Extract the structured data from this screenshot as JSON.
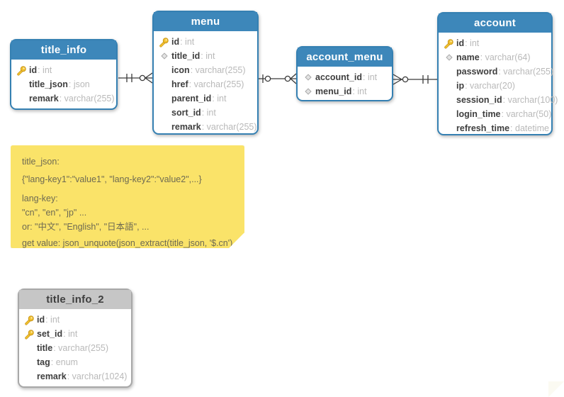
{
  "diagram": {
    "tables": [
      {
        "name": "title_info",
        "style": "blue",
        "fields": [
          {
            "icon": "primary-key",
            "name": "id",
            "type": "int"
          },
          {
            "icon": null,
            "name": "title_json",
            "type": "json"
          },
          {
            "icon": null,
            "name": "remark",
            "type": "varchar(255)"
          }
        ]
      },
      {
        "name": "menu",
        "style": "blue",
        "fields": [
          {
            "icon": "primary-key",
            "name": "id",
            "type": "int"
          },
          {
            "icon": "foreign-key",
            "name": "title_id",
            "type": "int"
          },
          {
            "icon": null,
            "name": "icon",
            "type": "varchar(255)"
          },
          {
            "icon": null,
            "name": "href",
            "type": "varchar(255)"
          },
          {
            "icon": null,
            "name": "parent_id",
            "type": "int"
          },
          {
            "icon": null,
            "name": "sort_id",
            "type": "int"
          },
          {
            "icon": null,
            "name": "remark",
            "type": "varchar(255)"
          }
        ]
      },
      {
        "name": "account_menu",
        "style": "blue",
        "fields": [
          {
            "icon": "foreign-key",
            "name": "account_id",
            "type": "int"
          },
          {
            "icon": "foreign-key",
            "name": "menu_id",
            "type": "int"
          }
        ]
      },
      {
        "name": "account",
        "style": "blue",
        "fields": [
          {
            "icon": "primary-key",
            "name": "id",
            "type": "int"
          },
          {
            "icon": "foreign-key",
            "name": "name",
            "type": "varchar(64)"
          },
          {
            "icon": null,
            "name": "password",
            "type": "varchar(255)"
          },
          {
            "icon": null,
            "name": "ip",
            "type": "varchar(20)"
          },
          {
            "icon": null,
            "name": "session_id",
            "type": "varchar(100)"
          },
          {
            "icon": null,
            "name": "login_time",
            "type": "varchar(50)"
          },
          {
            "icon": null,
            "name": "refresh_time",
            "type": "datetime"
          }
        ]
      },
      {
        "name": "title_info_2",
        "style": "gray",
        "fields": [
          {
            "icon": "primary-key",
            "name": "id",
            "type": "int"
          },
          {
            "icon": "primary-key",
            "name": "set_id",
            "type": "int"
          },
          {
            "icon": null,
            "name": "title",
            "type": "varchar(255)"
          },
          {
            "icon": null,
            "name": "tag",
            "type": "enum"
          },
          {
            "icon": null,
            "name": "remark",
            "type": "varchar(1024)"
          }
        ]
      }
    ],
    "note": {
      "lines": [
        "title_json:",
        "{\"lang-key1\":\"value1\", \"lang-key2\":\"value2\",...}",
        "lang-key:",
        "\"cn\", \"en\", \"jp\" ...",
        "or: \"中文\", \"English\", \"日本語\", ...",
        "get value: json_unquote(json_extract(title_json, '$.cn')"
      ]
    },
    "relationships": [
      {
        "from": "title_info",
        "from_cardinality": "one-and-only-one",
        "to": "menu",
        "to_cardinality": "zero-or-many"
      },
      {
        "from": "menu",
        "from_cardinality": "zero-or-one",
        "to": "account_menu",
        "to_cardinality": "zero-or-many"
      },
      {
        "from": "account_menu",
        "from_cardinality": "zero-or-many",
        "to": "account",
        "to_cardinality": "one-and-only-one"
      }
    ],
    "colors": {
      "table_header_blue": "#3d87ba",
      "table_header_gray": "#c6c6c6",
      "table_border_blue": "#3580b2",
      "note_yellow": "#fae369",
      "key_icon_gold": "#f2c12e",
      "field_name_text": "#3e3e3e",
      "field_type_text": "#b9b9b9"
    }
  }
}
